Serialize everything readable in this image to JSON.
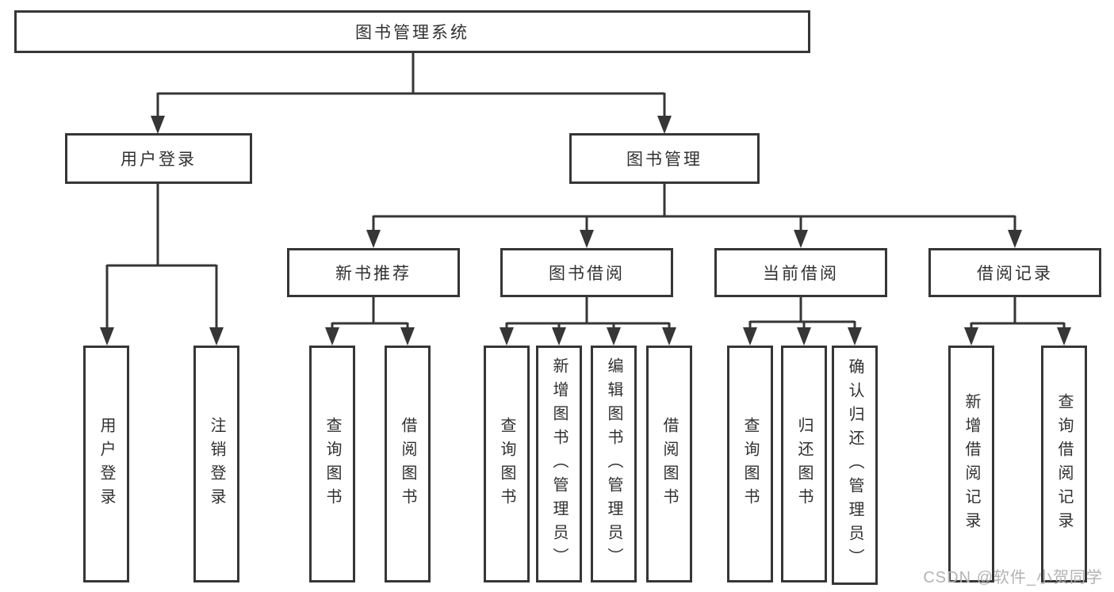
{
  "diagram": {
    "root": {
      "label": "图书管理系统"
    },
    "branches": [
      {
        "label": "用户登录",
        "children": [
          {
            "label": "用户登录"
          },
          {
            "label": "注销登录"
          }
        ]
      },
      {
        "label": "图书管理",
        "children": [
          {
            "label": "新书推荐",
            "children": [
              {
                "label": "查询图书"
              },
              {
                "label": "借阅图书"
              }
            ]
          },
          {
            "label": "图书借阅",
            "children": [
              {
                "label": "查询图书"
              },
              {
                "label": "新增图书（管理员）"
              },
              {
                "label": "编辑图书（管理员）"
              },
              {
                "label": "借阅图书"
              }
            ]
          },
          {
            "label": "当前借阅",
            "children": [
              {
                "label": "查询图书"
              },
              {
                "label": "归还图书"
              },
              {
                "label": "确认归还（管理员）"
              }
            ]
          },
          {
            "label": "借阅记录",
            "children": [
              {
                "label": "新增借阅记录"
              },
              {
                "label": "查询借阅记录"
              }
            ]
          }
        ]
      }
    ]
  },
  "watermark": {
    "text": "CSDN @软件_小贺同学"
  },
  "colors": {
    "line": "#363636",
    "text": "#303030",
    "watermark": "#b3b3b3",
    "background": "#ffffff"
  }
}
